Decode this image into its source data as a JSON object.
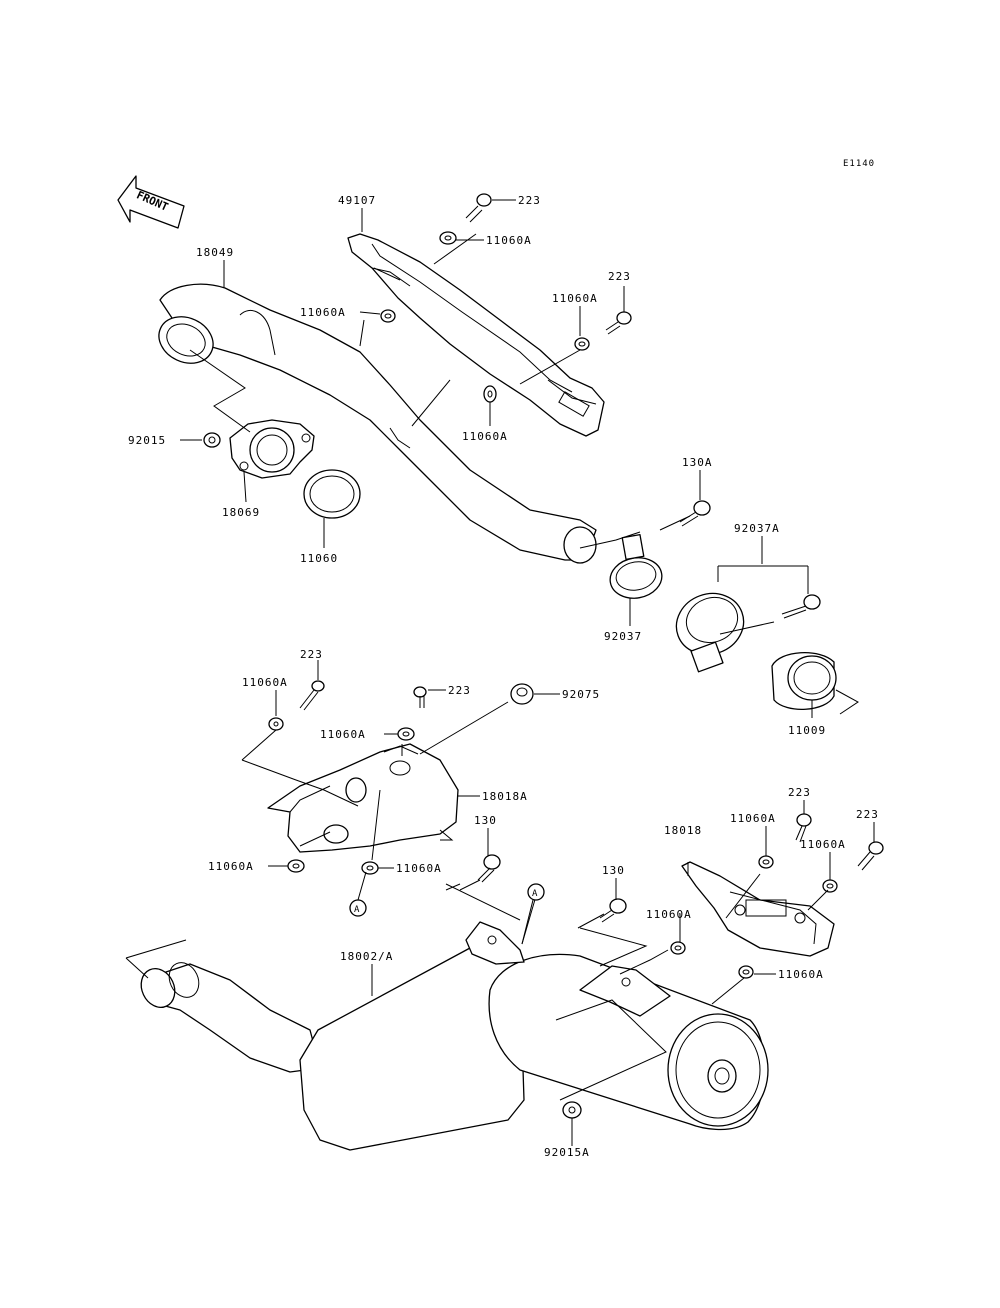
{
  "diagram_code": "E1140",
  "front_label": "FRONT",
  "ref_marker": "A",
  "parts": {
    "p49107": "49107",
    "p223_top": "223",
    "p11060A_a": "11060A",
    "p18049": "18049",
    "p11060A_b": "11060A",
    "p11060A_c": "11060A",
    "p223_b": "223",
    "p11060A_d": "11060A",
    "p92015": "92015",
    "p18069": "18069",
    "p11060": "11060",
    "p130A": "130A",
    "p92037A": "92037A",
    "p92037": "92037",
    "p11009": "11009",
    "p223_c": "223",
    "p11060A_e": "11060A",
    "p223_d": "223",
    "p92075": "92075",
    "p11060A_f": "11060A",
    "p18018A": "18018A",
    "p130_a": "130",
    "p11060A_g": "11060A",
    "p11060A_h": "11060A",
    "p18002A": "18002/A",
    "p130_b": "130",
    "p18018": "18018",
    "p223_e": "223",
    "p11060A_i": "11060A",
    "p223_f": "223",
    "p11060A_j": "11060A",
    "p11060A_k": "11060A",
    "p11060A_l": "11060A",
    "p92015A": "92015A"
  }
}
